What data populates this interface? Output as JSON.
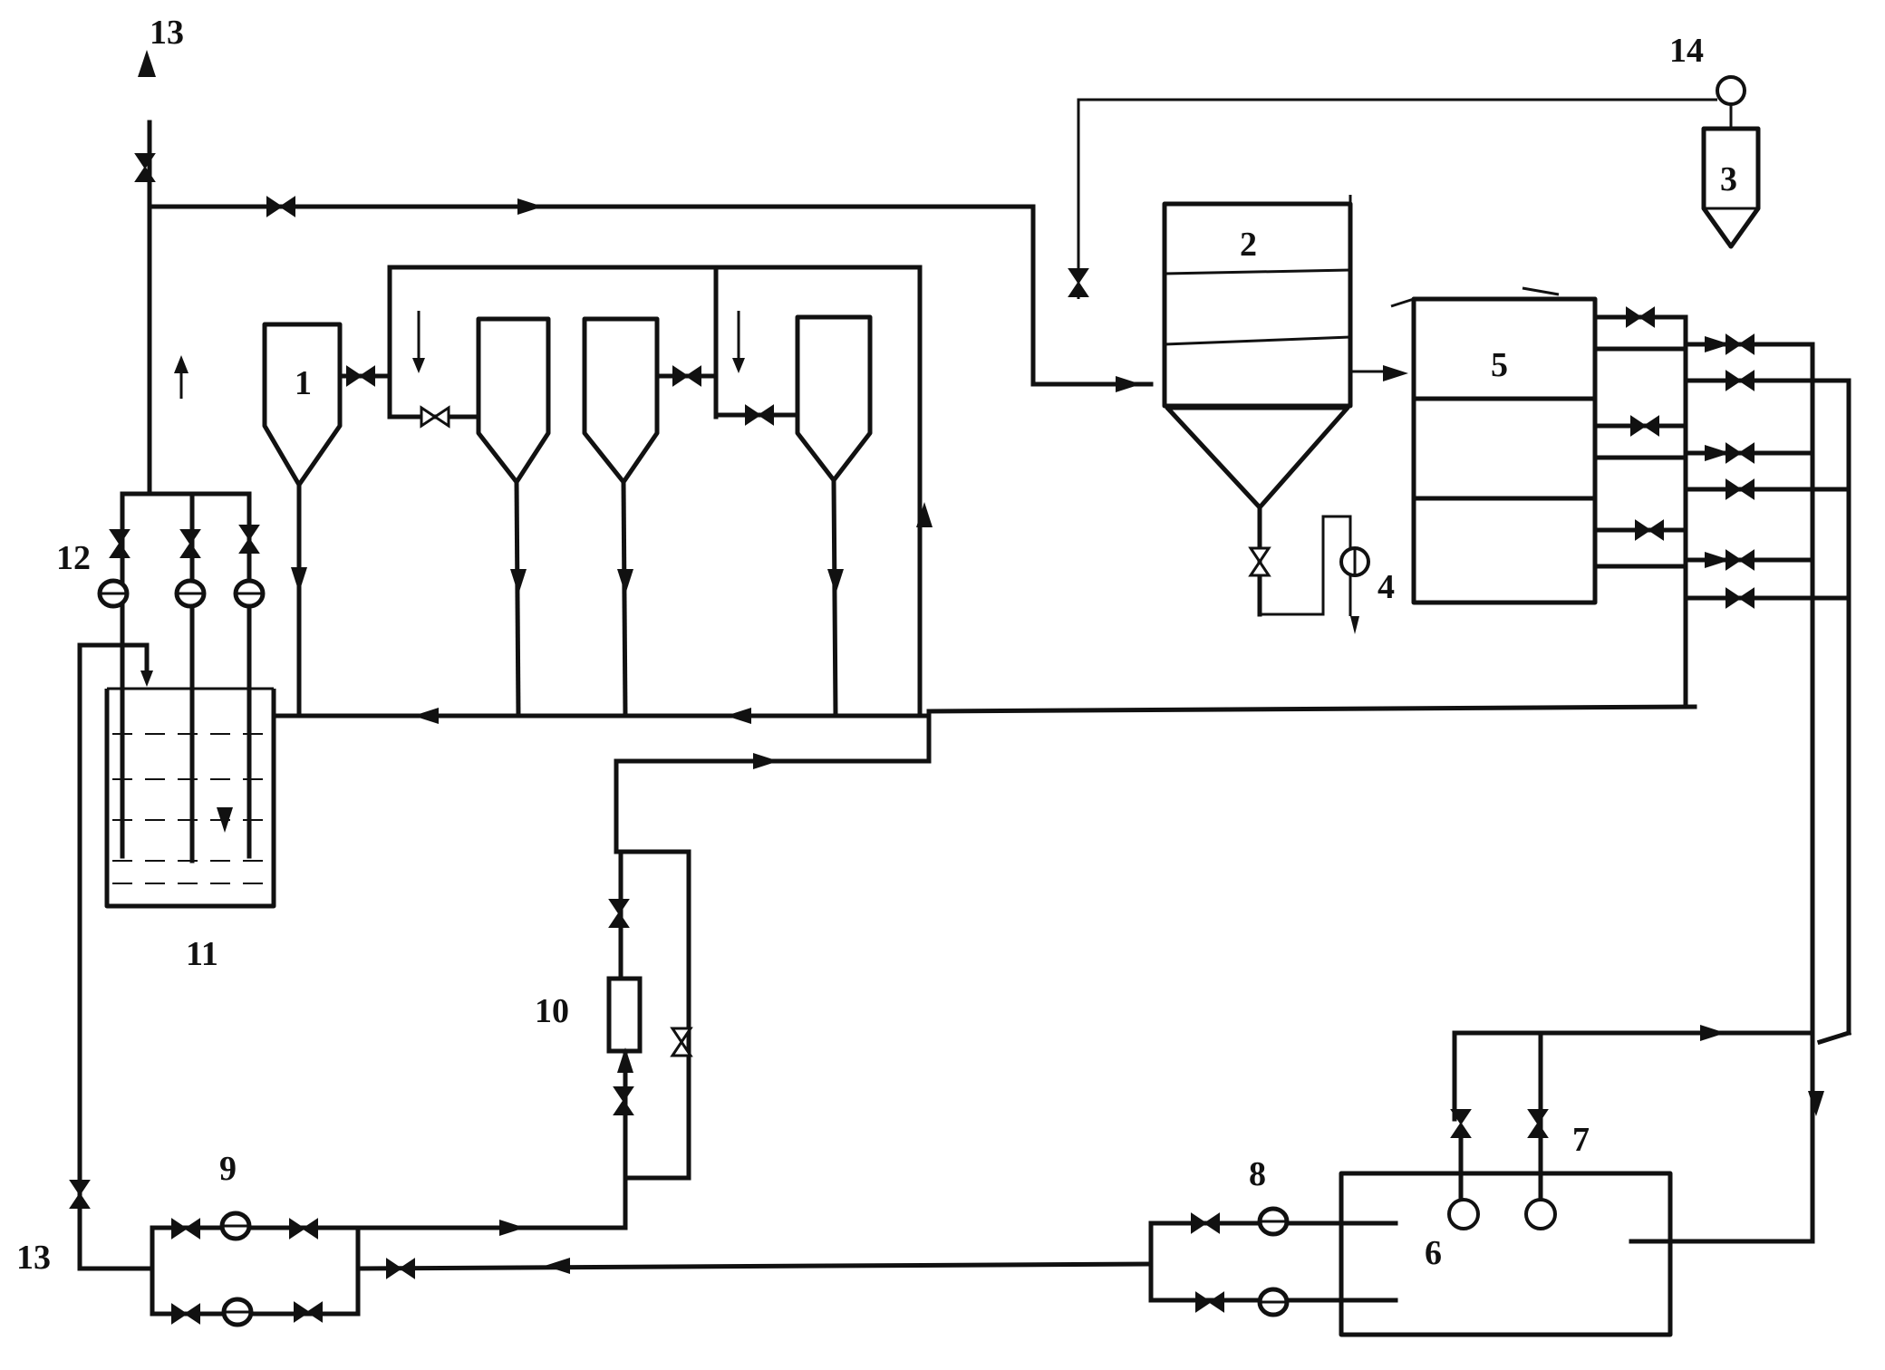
{
  "labels": {
    "n1": "1",
    "n2": "2",
    "n3": "3",
    "n4": "4",
    "n5": "5",
    "n6": "6",
    "n7": "7",
    "n8": "8",
    "n9": "9",
    "n10": "10",
    "n11": "11",
    "n12": "12",
    "n13_top": "13",
    "n13_bottom": "13",
    "n14": "14"
  }
}
